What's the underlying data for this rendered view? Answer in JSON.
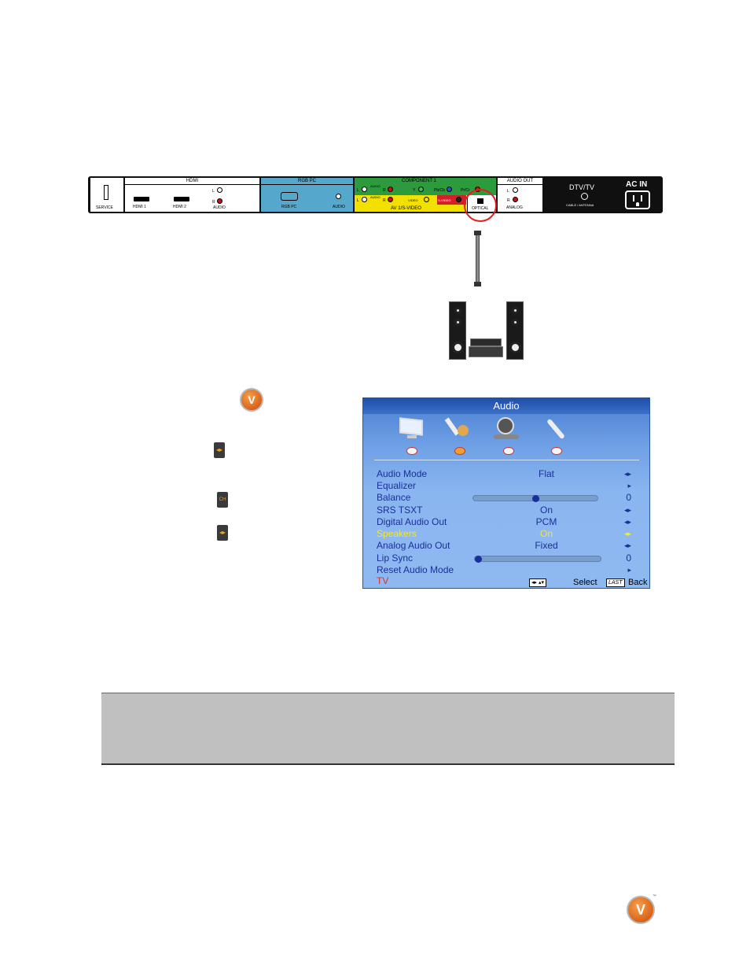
{
  "rear_panel": {
    "service": "SERVICE",
    "hdmi": {
      "header": "HDMI",
      "port1": "HDMI 1",
      "port2": "HDMI 2",
      "left": "L",
      "right": "R",
      "audio": "AUDIO"
    },
    "rgb_pc": {
      "header": "RGB PC",
      "port": "RGB PC",
      "audio": "AUDIO"
    },
    "component": {
      "header": "COMPONENT 1",
      "l": "L",
      "audio": "AUDIO",
      "r": "R",
      "y": "Y",
      "pb": "Pb/Cb",
      "pr": "Pr/Cr"
    },
    "av": {
      "footer": "AV 1/S-VIDEO",
      "l": "L",
      "audio": "AUDIO",
      "r": "R",
      "video": "VIDEO",
      "svideo": "S-VIDEO"
    },
    "optical": "OPTICAL",
    "audio_out": {
      "header": "AUDIO OUT",
      "l": "L",
      "r": "R",
      "analog": "ANALOG"
    },
    "dtv": {
      "title": "DTV/TV",
      "subtitle": "CABLE / ANTENNA"
    },
    "ac_in": "AC IN"
  },
  "osd": {
    "title": "Audio",
    "rows": [
      {
        "label": "Audio Mode",
        "value": "Flat",
        "arrow": "◂▸"
      },
      {
        "label": "Equalizer",
        "value": "",
        "arrow": "▸"
      },
      {
        "label": "Balance",
        "value": "0",
        "arrow": ""
      },
      {
        "label": "SRS TSXT",
        "value": "On",
        "arrow": "◂▸"
      },
      {
        "label": "Digital Audio Out",
        "value": "PCM",
        "arrow": "◂▸"
      },
      {
        "label": "Speakers",
        "value": "On",
        "arrow": "◂▸"
      },
      {
        "label": "Analog Audio Out",
        "value": "Fixed",
        "arrow": "◂▸"
      },
      {
        "label": "Lip Sync",
        "value": "0",
        "arrow": ""
      },
      {
        "label": "Reset Audio Mode",
        "value": "",
        "arrow": "▸"
      }
    ],
    "balance_level": 0.5,
    "lipsync_level": 0.0,
    "source": "TV",
    "select_keys": "◂▸ ▴▾",
    "select_label": "Select",
    "back_key": "LAST",
    "back_label": "Back"
  },
  "remote": {
    "vizio_key": "V",
    "vol_key": "◂▸",
    "ch_key": "CH",
    "logo": "V",
    "tm": "™"
  },
  "colors": {
    "green": "#2e9a3e",
    "yellow": "#f2e100",
    "blue": "#55a8cc",
    "accent": "#e07a28"
  }
}
